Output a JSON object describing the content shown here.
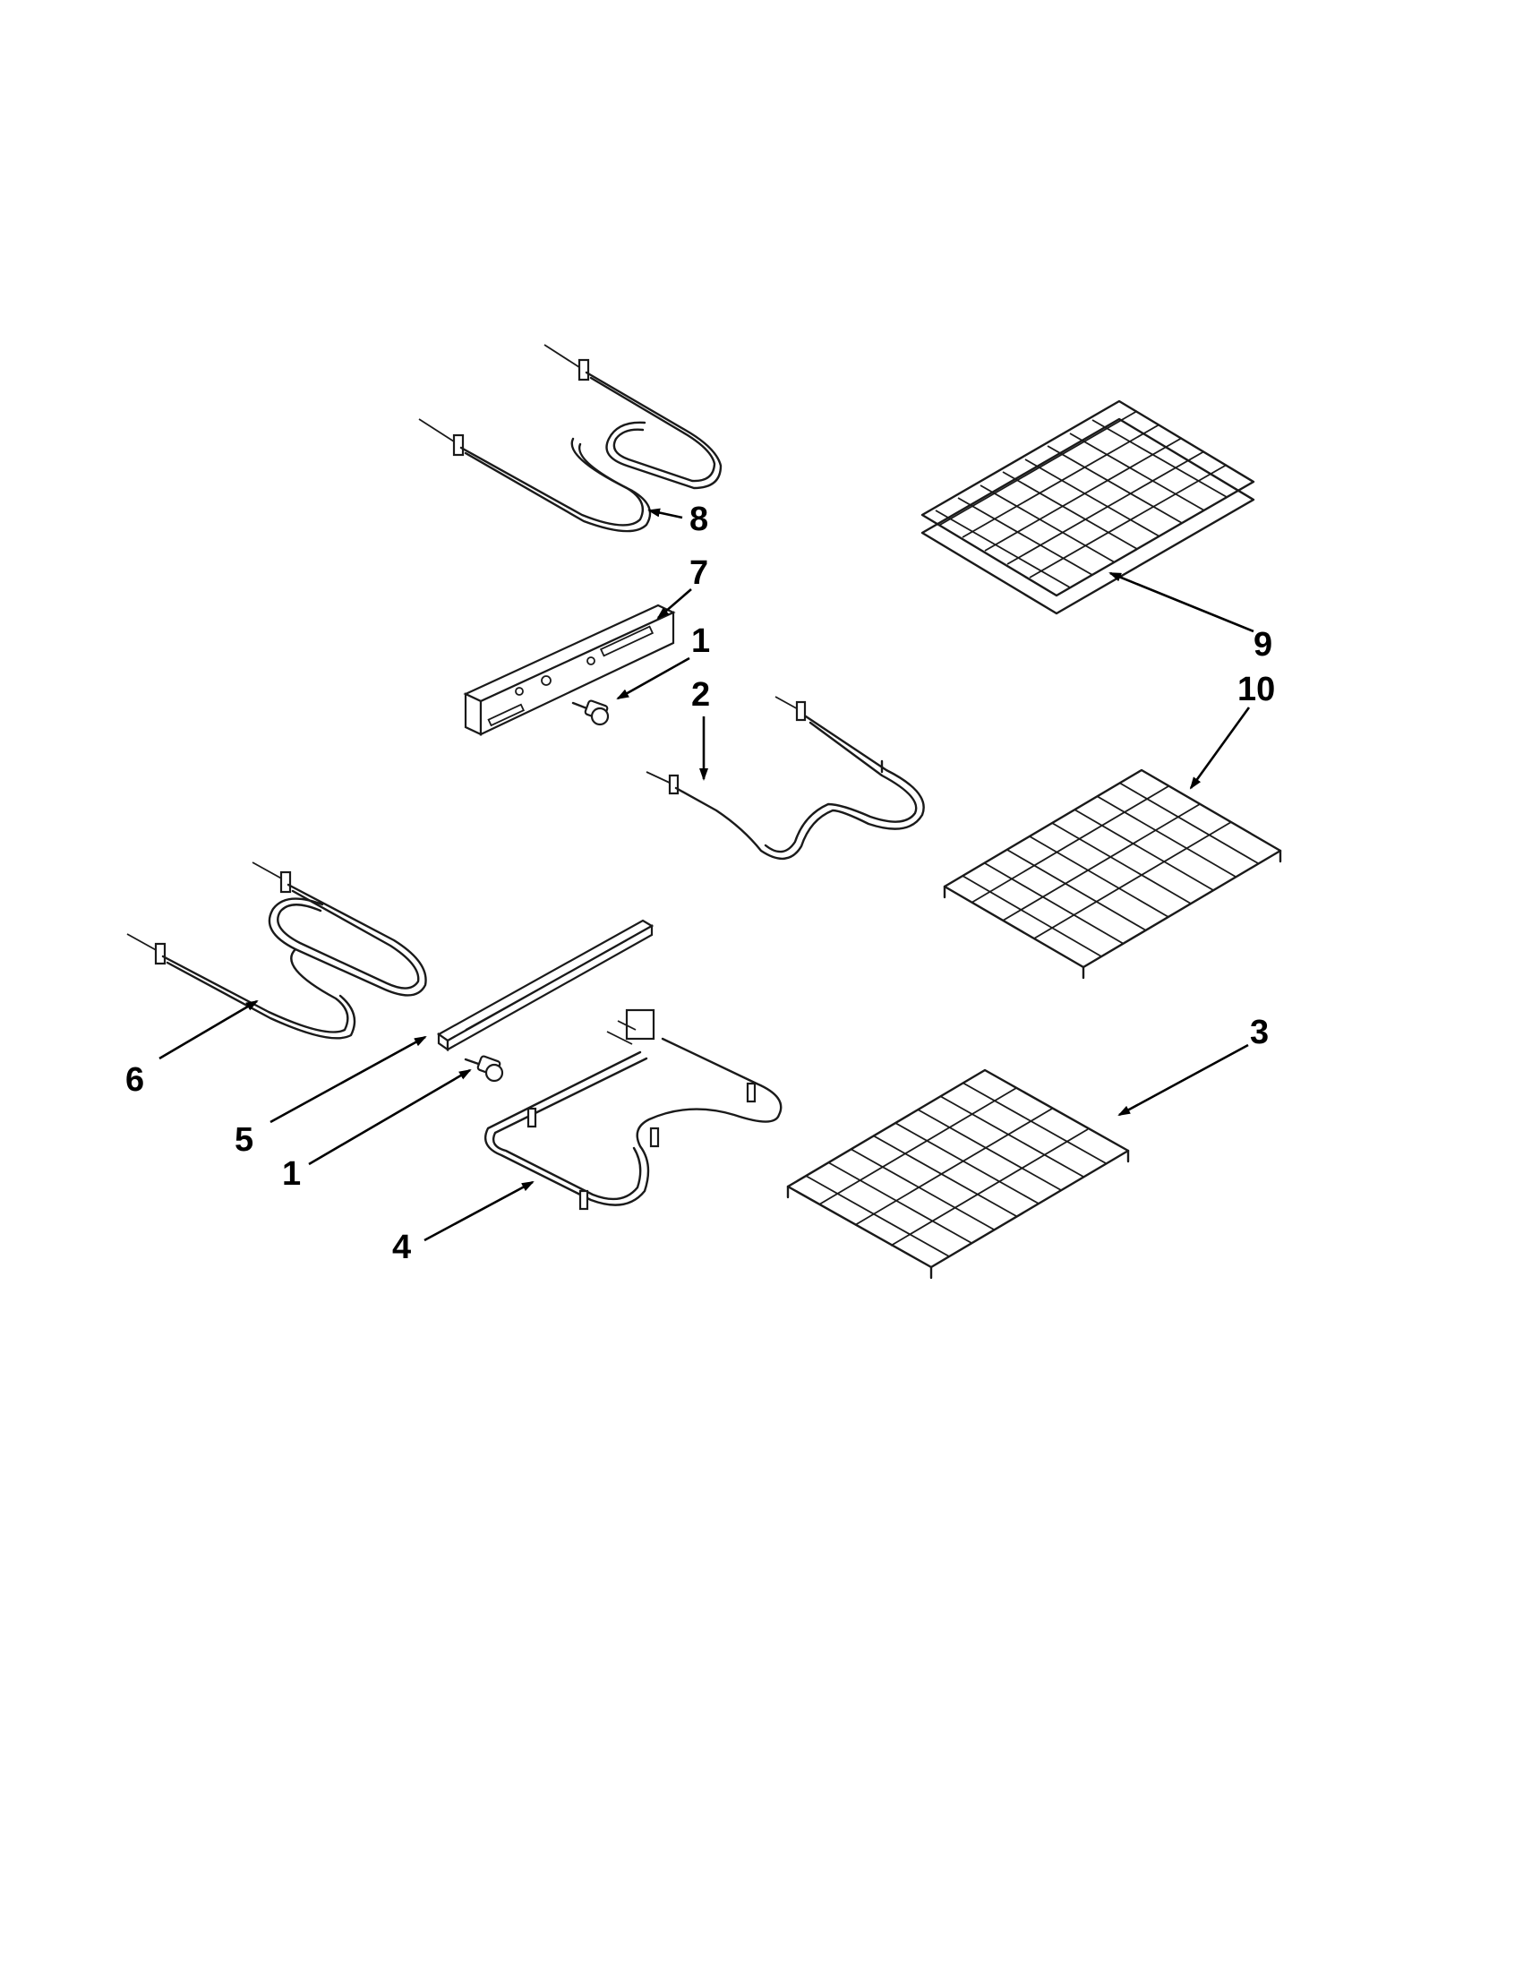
{
  "callouts": {
    "c8": "8",
    "c7": "7",
    "c1_top": "1",
    "c2": "2",
    "c9": "9",
    "c10": "10",
    "c6": "6",
    "c5": "5",
    "c1_bottom": "1",
    "c4": "4",
    "c3": "3"
  },
  "colors": {
    "line": "#1a1a1a",
    "background": "#ffffff"
  }
}
